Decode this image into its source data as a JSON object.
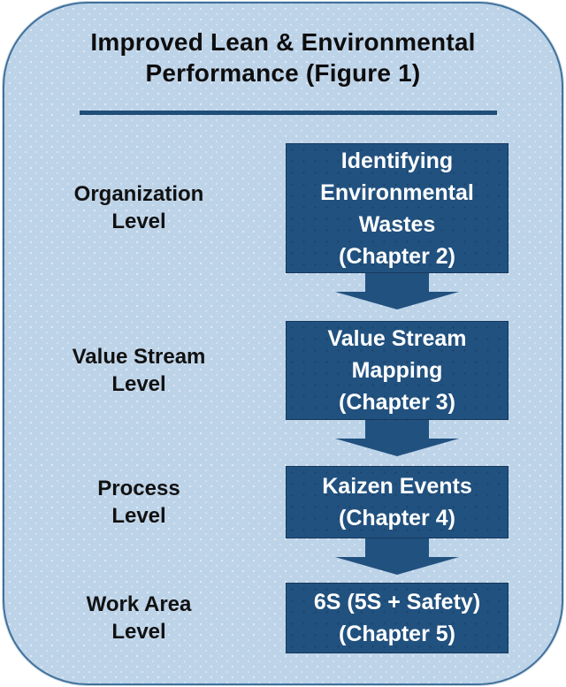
{
  "figure": {
    "title": "Improved Lean & Environmental\nPerformance (Figure 1)"
  },
  "colors": {
    "panel_fill": "#bdd3e8",
    "panel_border": "#41719c",
    "divider": "#1f4e79",
    "box_fill": "#21517f",
    "box_text": "#ffffff",
    "label_text": "#111111",
    "title_text": "#0d0d0d",
    "page_background": "#ffffff"
  },
  "rows": [
    {
      "level_label": "Organization\nLevel",
      "box_label": "Identifying\nEnvironmental\nWastes\n(Chapter 2)",
      "arrow_below": true
    },
    {
      "level_label": "Value Stream\nLevel",
      "box_label": "Value Stream\nMapping\n(Chapter 3)",
      "arrow_below": true
    },
    {
      "level_label": "Process\nLevel",
      "box_label": "Kaizen Events\n(Chapter 4)",
      "arrow_below": true
    },
    {
      "level_label": "Work Area\nLevel",
      "box_label": "6S (5S + Safety)\n(Chapter 5)",
      "arrow_below": false
    }
  ]
}
